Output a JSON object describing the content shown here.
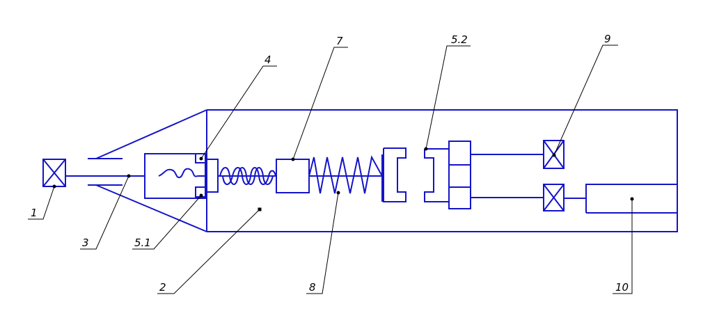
{
  "diagram": {
    "line_color": "#1414c8",
    "leader_color": "#000000",
    "background": "#ffffff",
    "callouts": {
      "c1": "1",
      "c2": "2",
      "c3": "3",
      "c4": "4",
      "c51": "5.1",
      "c52": "5.2",
      "c7": "7",
      "c8": "8",
      "c9": "9",
      "c10": "10"
    }
  }
}
